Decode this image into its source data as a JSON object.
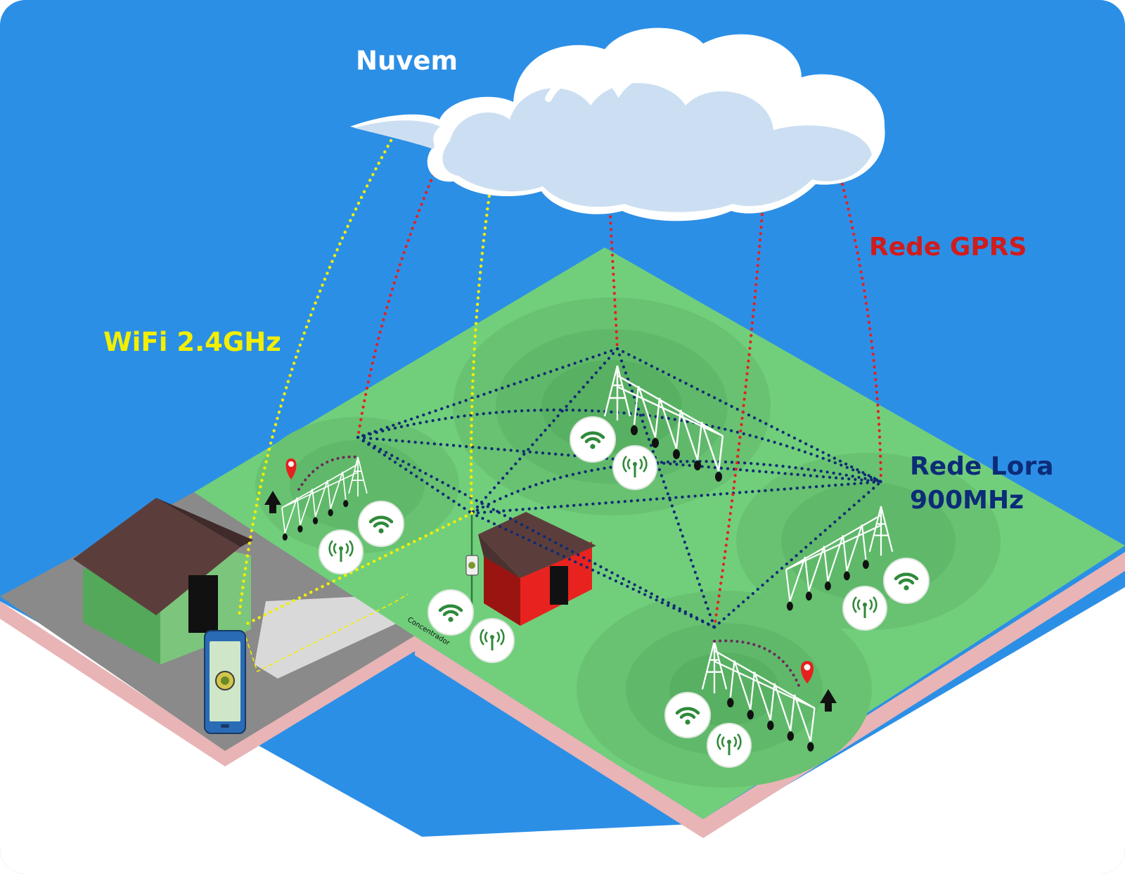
{
  "labels": {
    "cloud": "Nuvem",
    "wifi": "WiFi 2.4GHz",
    "gprs": "Rede GPRS",
    "lora_line1": "Rede Lora",
    "lora_line2": "900MHz",
    "concentrator": "Concentrador"
  },
  "colors": {
    "sky": "#2c8fe6",
    "grass": "#71cf7c",
    "grass_ring_outer": "#65be6e",
    "grass_ring_inner": "#55aa60",
    "wifi_link": "#f2ef00",
    "gprs_link": "#e61f1f",
    "lora_link": "#0f2a74",
    "cloud": "#ccdff2",
    "barn_red": "#e8231f",
    "roof": "#5b3e3c",
    "house_green": "#7bc67c"
  },
  "icons": [
    "cloud-icon",
    "house-icon",
    "barn-icon",
    "smartphone-icon",
    "irrigation-pivot-icon",
    "wifi-badge-icon",
    "radio-antenna-badge-icon",
    "location-pin-icon",
    "direction-arrow-icon"
  ]
}
